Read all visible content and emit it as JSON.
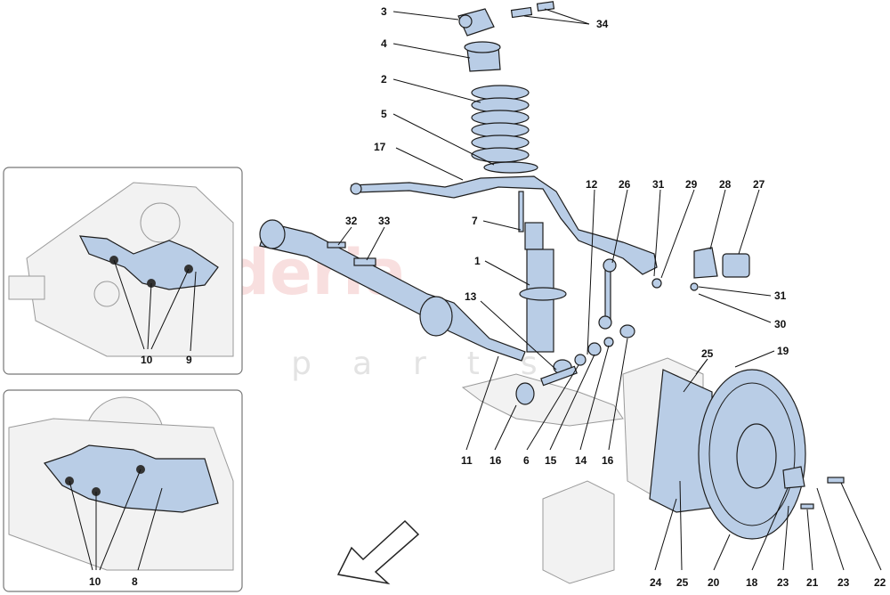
{
  "watermark": {
    "brand": "scuderia",
    "sub": "car parts"
  },
  "callouts": [
    {
      "text": "3"
    },
    {
      "text": "34"
    },
    {
      "text": "4"
    },
    {
      "text": "2"
    },
    {
      "text": "5"
    },
    {
      "text": "17"
    },
    {
      "text": "12"
    },
    {
      "text": "26"
    },
    {
      "text": "31"
    },
    {
      "text": "29"
    },
    {
      "text": "28"
    },
    {
      "text": "27"
    },
    {
      "text": "32"
    },
    {
      "text": "33"
    },
    {
      "text": "7"
    },
    {
      "text": "1"
    },
    {
      "text": "31"
    },
    {
      "text": "13"
    },
    {
      "text": "30"
    },
    {
      "text": "19"
    },
    {
      "text": "25"
    },
    {
      "text": "11"
    },
    {
      "text": "16"
    },
    {
      "text": "6"
    },
    {
      "text": "15"
    },
    {
      "text": "14"
    },
    {
      "text": "16"
    },
    {
      "text": "24"
    },
    {
      "text": "25"
    },
    {
      "text": "20"
    },
    {
      "text": "18"
    },
    {
      "text": "23"
    },
    {
      "text": "21"
    },
    {
      "text": "23"
    },
    {
      "text": "22"
    },
    {
      "text": "10"
    },
    {
      "text": "9"
    },
    {
      "text": "10"
    },
    {
      "text": "8"
    }
  ],
  "colors": {
    "part_fill": "#b9cde6",
    "outline": "#1d1d1d",
    "watermark_red": "#f3c6c6"
  },
  "icons": {
    "direction": "front-direction-arrow-icon"
  }
}
